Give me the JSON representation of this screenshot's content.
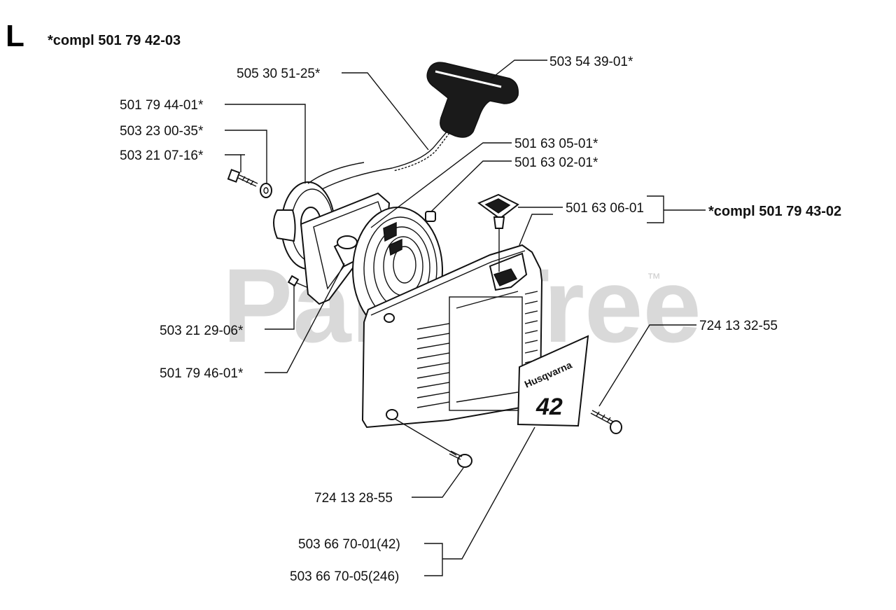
{
  "section_letter": "L",
  "assembly_label": "*compl 501 79 42-03",
  "sub_assembly_label": "*compl 501 79 43-02",
  "watermark": {
    "text": "PartsTree",
    "trademark": "™"
  },
  "decal": {
    "brand": "Husqvarna",
    "model": "42"
  },
  "part_labels": {
    "handle": "503 54 39-01*",
    "rope": "505 30 51-25*",
    "pulley": "501 79 44-01*",
    "washer": "503 23 00-35*",
    "center_screw": "503 21 07-16*",
    "spring_cassette": "501 63 05-01*",
    "pawl_pin": "501 63 02-01*",
    "rope_guide": "501 63 06-01",
    "small_screw": "503 21 29-06*",
    "bushing": "501 79 46-01*",
    "decal_screw": "724 13 32-55",
    "cover_screw": "724 13 28-55",
    "decal_42": "503 66 70-01(42)",
    "decal_246": "503 66 70-05(246)"
  }
}
